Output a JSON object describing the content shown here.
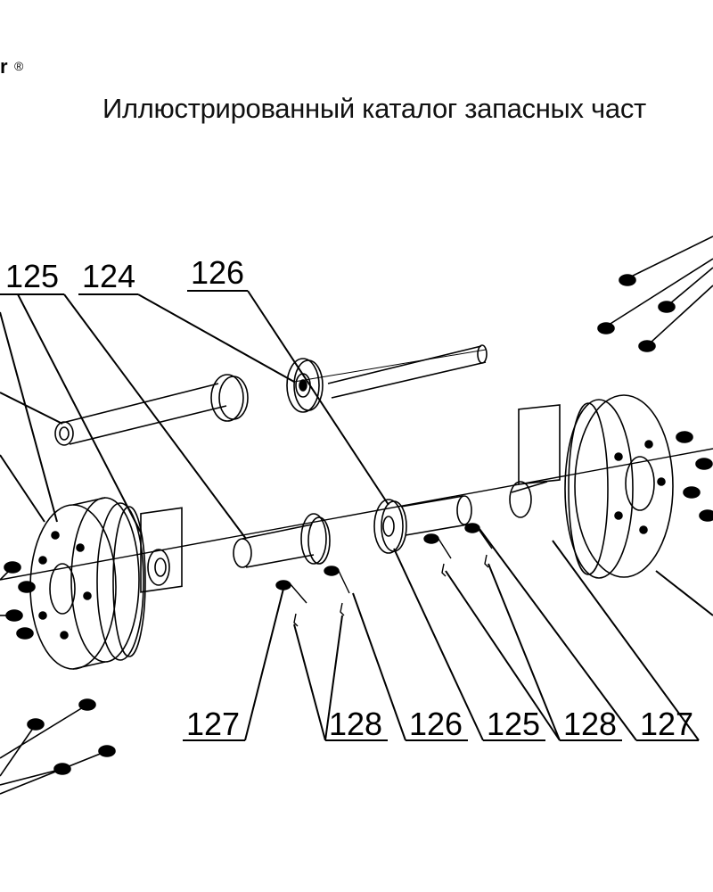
{
  "header": {
    "brand_fragment": "r",
    "registered_mark": "®",
    "title": "Иллюстрированный каталог запасных част"
  },
  "callouts": {
    "top_1": "125",
    "top_2": "124",
    "top_3": "126",
    "bottom_1": "127",
    "bottom_2": "128",
    "bottom_3": "126",
    "bottom_4": "125",
    "bottom_5": "128",
    "bottom_6": "127"
  }
}
